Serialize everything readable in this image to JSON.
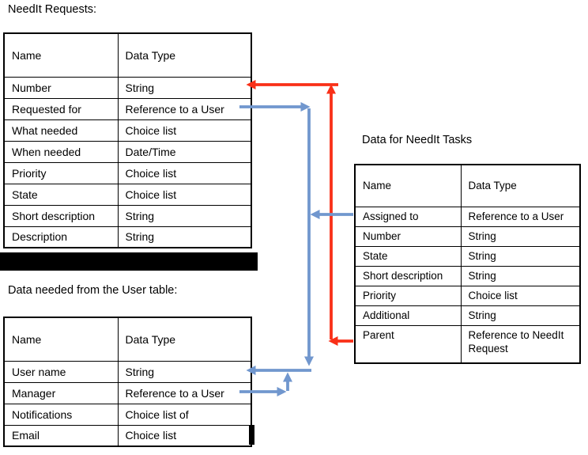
{
  "titles": {
    "requests": "NeedIt Requests:",
    "tasks": "Data for NeedIt Tasks",
    "user": "Data needed from the User table:"
  },
  "colors": {
    "arrow_red": "#f93018",
    "arrow_blue": "#7197ce",
    "redaction": "#000000"
  },
  "tables": {
    "requests": {
      "headers": {
        "name": "Name",
        "type": "Data Type"
      },
      "rows": [
        {
          "name": "Number",
          "type": "String"
        },
        {
          "name": "Requested for",
          "type": "Reference to a User"
        },
        {
          "name": "What needed",
          "type": "Choice list"
        },
        {
          "name": "When needed",
          "type": "Date/Time"
        },
        {
          "name": "Priority",
          "type": "Choice list"
        },
        {
          "name": "State",
          "type": "Choice list"
        },
        {
          "name": "Short description",
          "type": "String"
        },
        {
          "name": "Description",
          "type": "String"
        }
      ]
    },
    "tasks": {
      "headers": {
        "name": "Name",
        "type": "Data Type"
      },
      "rows": [
        {
          "name": "Assigned to",
          "type": "Reference to a User"
        },
        {
          "name": "Number",
          "type": "String"
        },
        {
          "name": "State",
          "type": "String"
        },
        {
          "name": "Short description",
          "type": "String"
        },
        {
          "name": "Priority",
          "type": "Choice list"
        },
        {
          "name": "Additional",
          "type": "String"
        },
        {
          "name": "Parent",
          "type": "Reference to NeedIt Request"
        }
      ]
    },
    "user": {
      "headers": {
        "name": "Name",
        "type": "Data Type"
      },
      "rows": [
        {
          "name": "User name",
          "type": "String"
        },
        {
          "name": "Manager",
          "type": "Reference to a User"
        },
        {
          "name": "Notifications",
          "type": "Choice list of"
        },
        {
          "name": "Email",
          "type": "Choice list"
        }
      ]
    }
  }
}
